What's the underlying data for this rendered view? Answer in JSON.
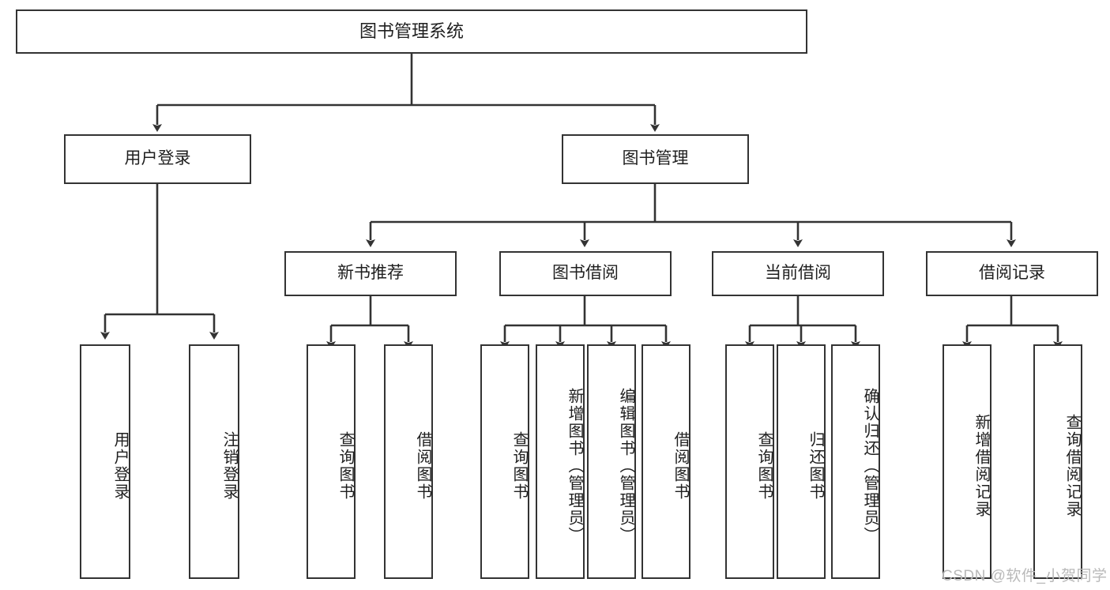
{
  "diagram": {
    "title_node": {
      "label": "图书管理系统"
    },
    "level2": [
      {
        "label": "用户登录"
      },
      {
        "label": "图书管理"
      }
    ],
    "level3": [
      {
        "label": "新书推荐"
      },
      {
        "label": "图书借阅"
      },
      {
        "label": "当前借阅"
      },
      {
        "label": "借阅记录"
      }
    ],
    "leaves": [
      {
        "label": "用户登录"
      },
      {
        "label": "注销登录"
      },
      {
        "label": "查询图书"
      },
      {
        "label": "借阅图书"
      },
      {
        "label": "查询图书"
      },
      {
        "label": "新增图书（管理员）"
      },
      {
        "label": "编辑图书（管理员）"
      },
      {
        "label": "借阅图书"
      },
      {
        "label": "查询图书"
      },
      {
        "label": "归还图书"
      },
      {
        "label": "确认归还（管理员）"
      },
      {
        "label": "新增借阅记录"
      },
      {
        "label": "查询借阅记录"
      }
    ]
  },
  "watermark": {
    "text": "CSDN @软件_小贺同学"
  },
  "colors": {
    "stroke": "#333333",
    "box_fill": "#ffffff",
    "text": "#1f1f1f",
    "watermark": "#b9b9b9",
    "background": "#ffffff"
  }
}
